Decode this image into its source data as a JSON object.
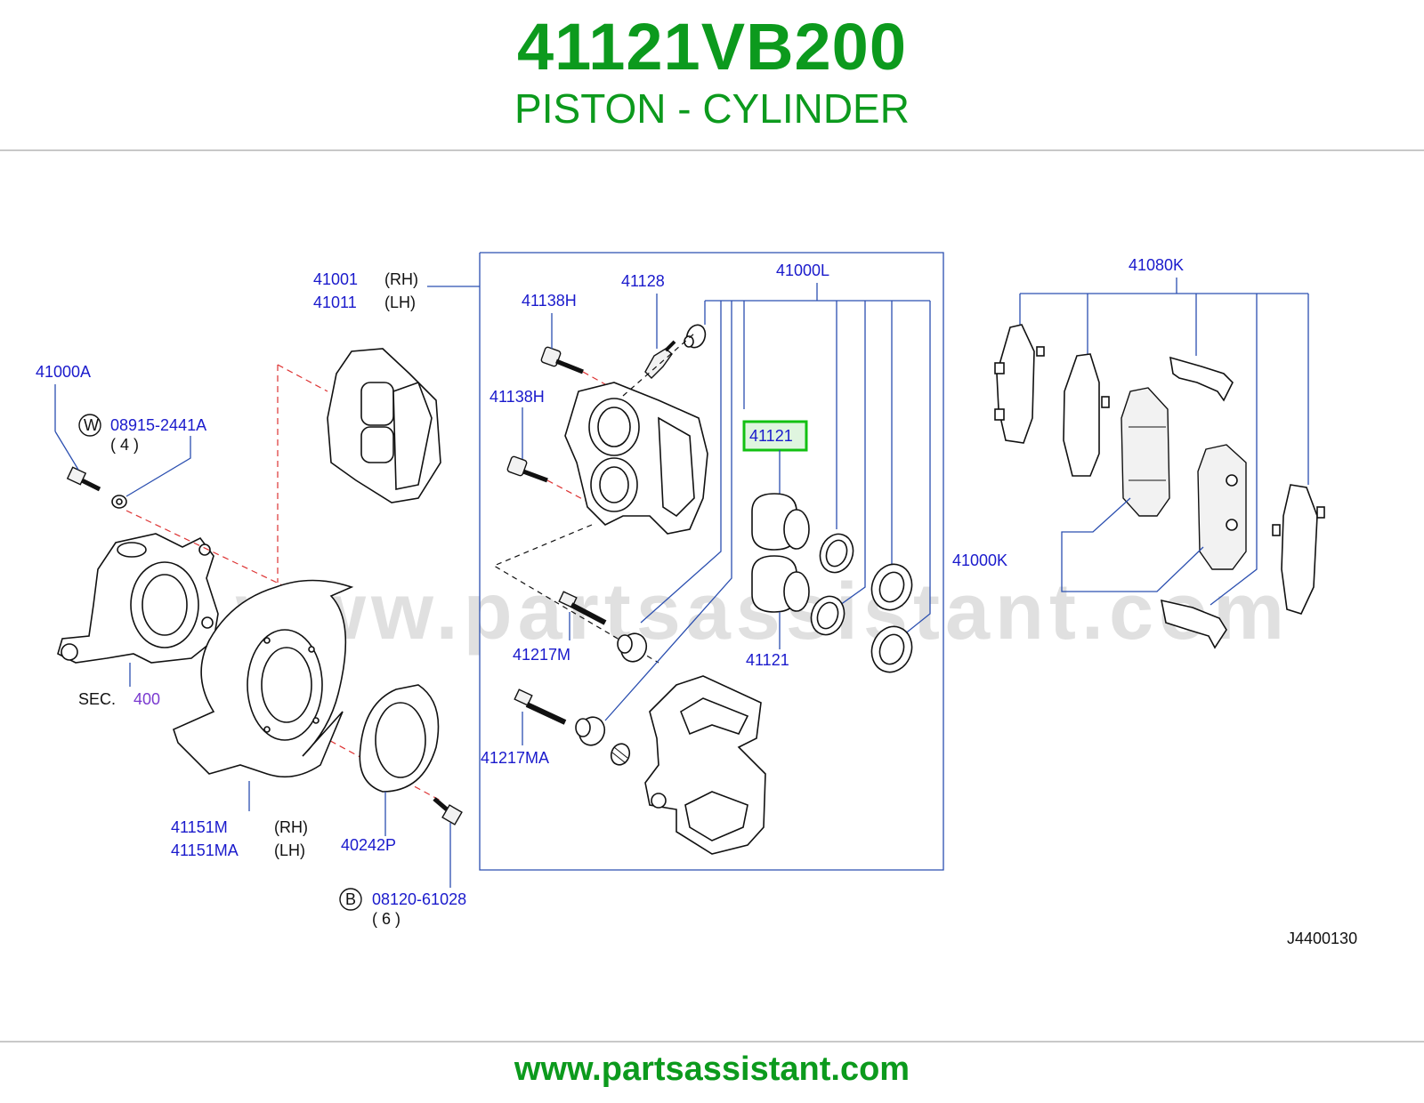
{
  "header": {
    "part_number": "41121VB200",
    "part_name": "PISTON - CYLINDER"
  },
  "diagram": {
    "watermark": "www.partsassistant.com",
    "labels": {
      "l41001": "41001",
      "l41001_side": "(RH)",
      "l41011": "41011",
      "l41011_side": "(LH)",
      "l41000A": "41000A",
      "w_symbol": "W",
      "l08915": "08915-2441A",
      "qty4": "( 4 )",
      "sec": "SEC.",
      "sec_num": "400",
      "l41151M": "41151M",
      "l41151M_side": "(RH)",
      "l41151MA": "41151MA",
      "l41151MA_side": "(LH)",
      "l40242P": "40242P",
      "b_symbol": "B",
      "l08120": "08120-61028",
      "qty6": "( 6 )",
      "l41138H_a": "41138H",
      "l41138H_b": "41138H",
      "l41128": "41128",
      "l41000L": "41000L",
      "l41121_highlight": "41121",
      "l41121": "41121",
      "l41217M": "41217M",
      "l41217MA": "41217MA",
      "l41080K": "41080K",
      "l41000K": "41000K",
      "drawing_code": "J4400130"
    }
  },
  "footer": {
    "url": "www.partsassistant.com"
  },
  "colors": {
    "brand_green": "#0c9a1d",
    "label_blue": "#1a1acc",
    "highlight_green": "#12c012",
    "section_purple": "#7a3ad0"
  }
}
